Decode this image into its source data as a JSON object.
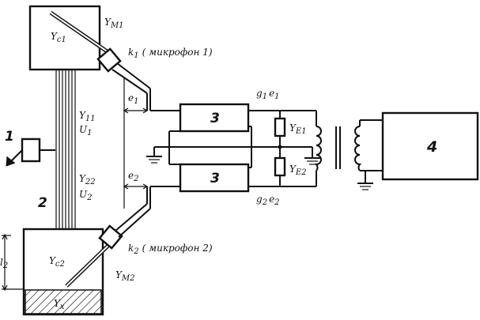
{
  "labels": {
    "y_c1": "Y",
    "y_c1_sub": "c1",
    "y_m1": "Y",
    "y_m1_sub": "M1",
    "k1": "k",
    "k1_sub": "1",
    "k1_desc": "( микрофон 1)",
    "e1_left": "e",
    "e1_left_sub": "1",
    "g1e1": "g",
    "g1e1_sub": "1",
    "g1e1_e": "e",
    "g1e1_e_sub": "1",
    "y11": "Y",
    "y11_sub": "11",
    "u1": "U",
    "u1_sub": "1",
    "y22": "Y",
    "y22_sub": "22",
    "u2": "U",
    "u2_sub": "2",
    "y_e1": "Y",
    "y_e1_sub": "E1",
    "y_e2": "Y",
    "y_e2_sub": "E2",
    "e2_left": "e",
    "e2_left_sub": "2",
    "g2e2": "g",
    "g2e2_sub": "2",
    "g2e2_e": "e",
    "g2e2_e_sub": "2",
    "k2": "k",
    "k2_sub": "2",
    "k2_desc": "( микрофон 2)",
    "y_c2": "Y",
    "y_c2_sub": "c2",
    "y_m2": "Y",
    "y_m2_sub": "M2",
    "y_x": "Y",
    "y_x_sub": "x",
    "l2": "l",
    "l2_sub": "2",
    "block_1": "1",
    "block_2": "2",
    "amp_top": "3",
    "amp_bottom": "3",
    "block_4": "4"
  }
}
